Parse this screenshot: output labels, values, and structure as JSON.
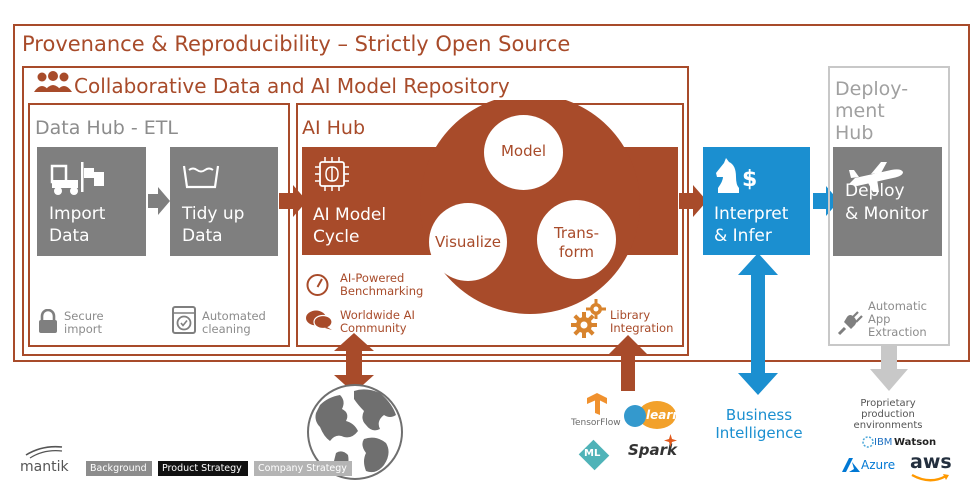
{
  "title": "Provenance & Reproducibility – Strictly Open Source",
  "repository": {
    "title": "Collaborative Data and AI Model Repository",
    "icon": "people-icon"
  },
  "data_hub": {
    "title": "Data Hub - ETL",
    "import": {
      "label_line1": "Import",
      "label_line2": "Data",
      "icon": "forklift-icon"
    },
    "tidy": {
      "label_line1": "Tidy up",
      "label_line2": "Data",
      "icon": "washbasin-icon"
    },
    "secure": {
      "line1": "Secure",
      "line2": "import",
      "icon": "lock-icon"
    },
    "cleaning": {
      "line1": "Automated",
      "line2": "cleaning",
      "icon": "washing-machine-icon"
    }
  },
  "ai_hub": {
    "title": "AI Hub",
    "cycle": {
      "line1": "AI Model",
      "line2": "Cycle",
      "icon": "brain-chip-icon"
    },
    "model": "Model",
    "visualize": "Visualize",
    "transform_line1": "Trans-",
    "transform_line2": "form",
    "benchmarking": {
      "line1": "AI-Powered",
      "line2": "Benchmarking",
      "icon": "gauge-icon"
    },
    "community": {
      "line1": "Worldwide AI",
      "line2": "Community",
      "icon": "chat-icon"
    },
    "library": {
      "line1": "Library",
      "line2": "Integration",
      "icon": "gears-icon"
    }
  },
  "interpret": {
    "line1": "Interpret",
    "line2": "& Infer",
    "icon": "chess-knight-dollar-icon"
  },
  "deployment": {
    "title_line1": "Deploy-",
    "title_line2": "ment",
    "title_line3": "Hub",
    "box": {
      "line1": "Deploy",
      "line2": "& Monitor",
      "icon": "airplane-icon"
    },
    "extraction": {
      "line1": "Automatic",
      "line2": "App",
      "line3": "Extraction",
      "icon": "plug-icon"
    }
  },
  "business": {
    "line1": "Business",
    "line2": "Intelligence"
  },
  "production": {
    "line1": "Proprietary",
    "line2": "production",
    "line3": "environments"
  },
  "logos": {
    "tensorflow": "TensorFlow",
    "learn": "learn",
    "spark": "Spark",
    "ml": "ML",
    "ibm": "IBM",
    "watson": "Watson",
    "azure": "Azure",
    "aws": "aws"
  },
  "brand": "mantik",
  "tags": [
    "Background",
    "Product Strategy",
    "Company Strategy"
  ],
  "colors": {
    "accent": "#a84b2a",
    "gray": "#7f7f7f",
    "blue": "#1b8fd0",
    "light_gray": "#c8c8c8"
  }
}
